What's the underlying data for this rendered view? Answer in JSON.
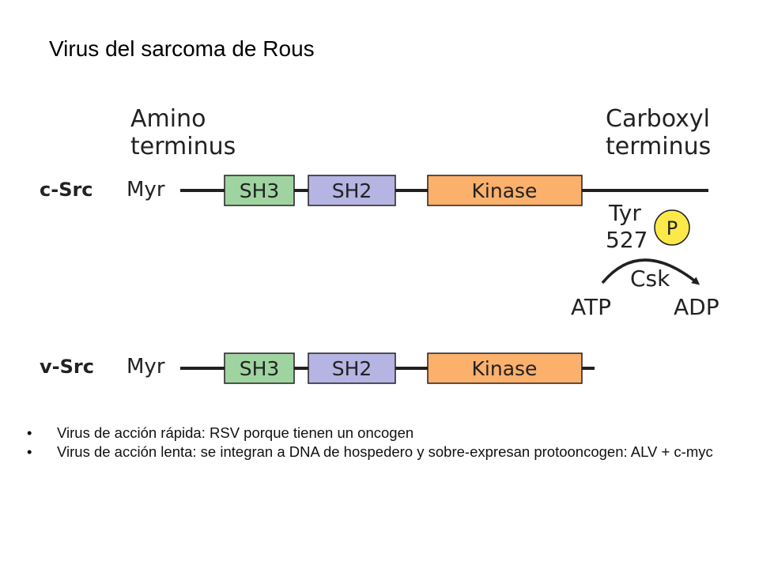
{
  "slide": {
    "title": "Virus del sarcoma de Rous"
  },
  "diagram": {
    "amino_terminus": [
      "Amino",
      "terminus"
    ],
    "carboxyl_terminus": [
      "Carboxyl",
      "terminus"
    ],
    "c_src": {
      "label": "c-Src",
      "myr": "Myr",
      "domains": [
        "SH3",
        "SH2",
        "Kinase"
      ],
      "tyr": [
        "Tyr",
        "527"
      ],
      "phospho": "P",
      "enzyme": "Csk",
      "substrate": "ATP",
      "product": "ADP"
    },
    "v_src": {
      "label": "v-Src",
      "myr": "Myr",
      "domains": [
        "SH3",
        "SH2",
        "Kinase"
      ]
    },
    "colors": {
      "sh3": "#9fd4a0",
      "sh2": "#b6b4e2",
      "kinase": "#fbb06c",
      "phospho": "#fbe94a",
      "line": "#231f20"
    }
  },
  "bullets": [
    "Virus de acción rápida: RSV porque tienen un oncogen",
    "Virus de acción lenta: se integran a DNA de hospedero y sobre-expresan protooncogen: ALV + c-myc"
  ],
  "bullet_char": "•"
}
